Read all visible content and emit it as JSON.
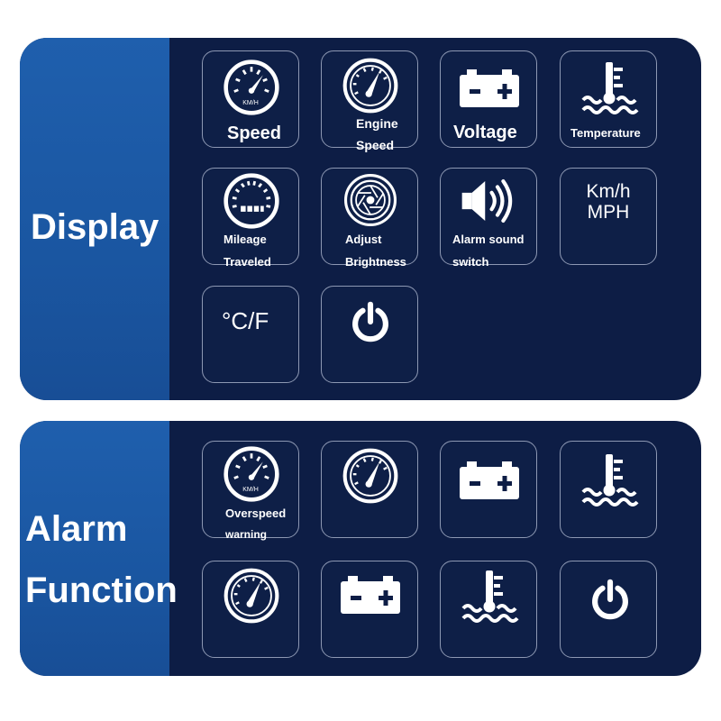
{
  "display": {
    "title": "Display",
    "tiles": [
      {
        "icon": "speedometer-kmh-icon",
        "label": "Speed"
      },
      {
        "icon": "tachometer-icon",
        "label_line1": "Engine",
        "label_line2": "Speed"
      },
      {
        "icon": "battery-icon",
        "label": "Voltage"
      },
      {
        "icon": "coolant-temperature-icon",
        "label": "Temperature"
      },
      {
        "icon": "odometer-icon",
        "label_line1": "Mileage",
        "label_line2": "Traveled"
      },
      {
        "icon": "brightness-aperture-icon",
        "label_line1": "Adjust",
        "label_line2": "Brightness"
      },
      {
        "icon": "speaker-icon",
        "label_line1": "Alarm sound",
        "label_line2": "switch"
      },
      {
        "icon": "unit-toggle-icon",
        "text_line1": "Km/h",
        "text_line2": "MPH"
      },
      {
        "icon": "temperature-unit-icon",
        "text": "°C/F"
      },
      {
        "icon": "power-icon"
      }
    ]
  },
  "alarm": {
    "title_line1": "Alarm",
    "title_line2": "Function",
    "tiles": [
      {
        "icon": "speedometer-kmh-icon",
        "label_line1": "Overspeed",
        "label_line2": "warning"
      },
      {
        "icon": "tachometer-icon"
      },
      {
        "icon": "battery-icon"
      },
      {
        "icon": "coolant-temperature-icon"
      },
      {
        "icon": "tachometer-icon"
      },
      {
        "icon": "battery-icon"
      },
      {
        "icon": "coolant-temperature-icon"
      },
      {
        "icon": "power-icon"
      }
    ]
  },
  "gauge_unit": "KM/H",
  "colors": {
    "panel": "#0d1d45",
    "side": "#1b58a4",
    "tile_border": "#8d98b3",
    "text": "#ffffff"
  }
}
